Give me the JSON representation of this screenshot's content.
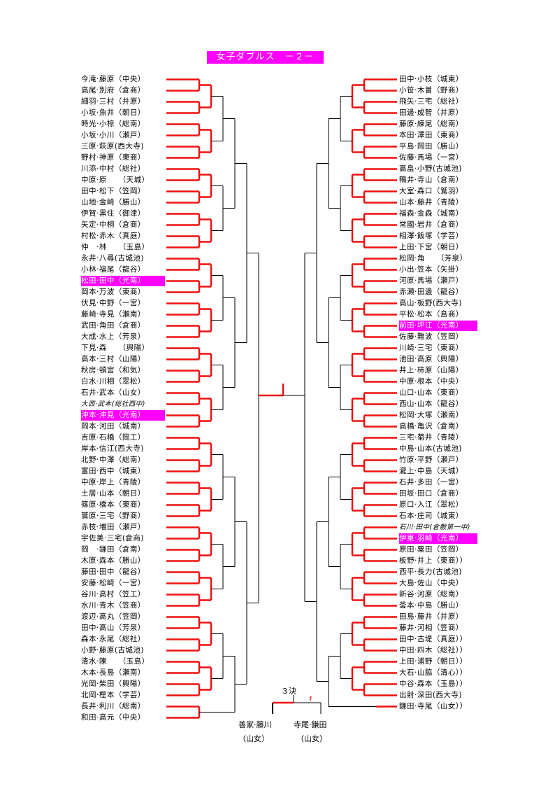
{
  "title": "女子ダブルス　－２－",
  "left_entries": [
    {
      "text": "今滝·藤原（中央）"
    },
    {
      "text": "高尾·別府（倉商）"
    },
    {
      "text": "細羽·三村（井原）"
    },
    {
      "text": "小坂·魚井（朝日）"
    },
    {
      "text": "時光·小椋（総南）"
    },
    {
      "text": "小坂·小川（瀬戸）"
    },
    {
      "text": "三原·萩原(西大寺)"
    },
    {
      "text": "野村·神原（東商）"
    },
    {
      "text": "川添·中村（総社）"
    },
    {
      "text": "中原·原　　（天城）"
    },
    {
      "text": "田中·松下（笠岡）"
    },
    {
      "text": "山地·金崎（勝山）"
    },
    {
      "text": "伊賀·黒住（御津）"
    },
    {
      "text": "矢定·中桐（倉商）"
    },
    {
      "text": "村松·赤木（真庭）"
    },
    {
      "text": "仲　·林　　（玉島）"
    },
    {
      "text": "永井·八尋(古城池)"
    },
    {
      "text": "小林·福尾（龍谷）"
    },
    {
      "text": "松田·田中（光南）",
      "hl": true
    },
    {
      "text": "岡本·万波（東商）"
    },
    {
      "text": "伏見·中野（一宮）"
    },
    {
      "text": "藤崎·寺見（瀬南）"
    },
    {
      "text": "武田·角田（倉商）"
    },
    {
      "text": "大成·水上（芳泉）"
    },
    {
      "text": "下見·森　　（興陽）"
    },
    {
      "text": "高本·三村（山陽）"
    },
    {
      "text": "秋房·頓宮（和気）"
    },
    {
      "text": "白水·川相（翠松）"
    },
    {
      "text": "石井·武本（山女）"
    },
    {
      "text": "大西·武本(総社西中)",
      "sub": true
    },
    {
      "text": "沖本·沖見（光南）",
      "hl": true
    },
    {
      "text": "岡本·河田（城南）"
    },
    {
      "text": "吉原·石橋（岡工）"
    },
    {
      "text": "岸本·信江(西大寺)"
    },
    {
      "text": "北野·中澤（総南）"
    },
    {
      "text": "富田·西中（城東）"
    },
    {
      "text": "中原·岸上（青陵）"
    },
    {
      "text": "土居·山本（朝日）"
    },
    {
      "text": "篠原·橋本（東商）"
    },
    {
      "text": "鷲原·三宅（野商）"
    },
    {
      "text": "赤枝·増田（瀬戸）"
    },
    {
      "text": "宇佐美·三宅(倉商)"
    },
    {
      "text": "岡　·鎌田（倉南）"
    },
    {
      "text": "木原·森本（勝山）"
    },
    {
      "text": "藤田·田中（龍谷）"
    },
    {
      "text": "安藤·松崎（一宮）"
    },
    {
      "text": "谷川·高村（笠工）"
    },
    {
      "text": "水川·青木（笠商）"
    },
    {
      "text": "渡辺·高丸（笠岡）"
    },
    {
      "text": "田中·高山（芳泉）"
    },
    {
      "text": "森本·永尾（総社）"
    },
    {
      "text": "小野·藤原(古城池)"
    },
    {
      "text": "清水·陳　　（玉島）"
    },
    {
      "text": "木本·長島（瀬南）"
    },
    {
      "text": "光岡·柴田（興陽）"
    },
    {
      "text": "北岡·樫本（学芸）"
    },
    {
      "text": "長井·利川（総南）"
    },
    {
      "text": "和田·高元（中央）"
    }
  ],
  "right_entries": [
    {
      "text": "田中·小枝（城東）"
    },
    {
      "text": "小笹·木曽（野商）"
    },
    {
      "text": "飛矢·三宅（総社）"
    },
    {
      "text": "田邊·成智（井原）"
    },
    {
      "text": "藤原·練尾（総南）"
    },
    {
      "text": "本田·澤田（東商）"
    },
    {
      "text": "平島·岡田（勝山）"
    },
    {
      "text": "佐藤·馬場（一宮）"
    },
    {
      "text": "高畠·小野(古城池)"
    },
    {
      "text": "鴨井·寺山（倉南）"
    },
    {
      "text": "大室·森口（鷲羽）"
    },
    {
      "text": "山本·藤井（青陵）"
    },
    {
      "text": "福森·金森（城南）"
    },
    {
      "text": "常國·岩井（倉商）"
    },
    {
      "text": "相澤·飯塚（学芸）"
    },
    {
      "text": "上田·下宮（朝日）"
    },
    {
      "text": "松岡·角　　（芳泉）"
    },
    {
      "text": "小出·笠本（矢掛）"
    },
    {
      "text": "河原·馬場（瀬戸）"
    },
    {
      "text": "赤瀬·田邊（龍谷）"
    },
    {
      "text": "高山·板野(西大寺)"
    },
    {
      "text": "平松·松本（島商）"
    },
    {
      "text": "前田·坪江（光南）",
      "hl": true
    },
    {
      "text": "佐藤·難波（笠岡）"
    },
    {
      "text": "川崎·三宅（東商）"
    },
    {
      "text": "池田·高原（興陽）"
    },
    {
      "text": "井上·柿原（山陽）"
    },
    {
      "text": "中原·根本（中央）"
    },
    {
      "text": "山口·山本（東商）"
    },
    {
      "text": "西山·山本（龍谷）"
    },
    {
      "text": "松岡·大塚（瀬南）"
    },
    {
      "text": "高橋·亀沢（倉南）"
    },
    {
      "text": "三宅·菊井（青陵）"
    },
    {
      "text": "中島·山本(古城池)"
    },
    {
      "text": "竹原·平野（瀬戸）"
    },
    {
      "text": "瀧上·中島（天城）"
    },
    {
      "text": "石井·多田（一宮）"
    },
    {
      "text": "田坂·田口（倉商）"
    },
    {
      "text": "原口·入江（翠松）"
    },
    {
      "text": "石本·庄司（城東）"
    },
    {
      "text": "石川·田中(倉敷第一中)",
      "sub": true
    },
    {
      "text": "伊東·羽崎（光南）",
      "hl": true
    },
    {
      "text": "原田·粟田（笠岡）"
    },
    {
      "text": "板野·井上（東商））"
    },
    {
      "text": "西平·長力(古城池)"
    },
    {
      "text": "大島·佐山（中央）"
    },
    {
      "text": "新谷·河原（総南）"
    },
    {
      "text": "釜本·中島（勝山）"
    },
    {
      "text": "田島·藤井（井原）"
    },
    {
      "text": "藤井·河相（笠商）"
    },
    {
      "text": "田中·古堤（真庭））"
    },
    {
      "text": "中田·四木（総社））"
    },
    {
      "text": "上田·浦野（朝日））"
    },
    {
      "text": "大石·山脇（清心））"
    },
    {
      "text": "中谷·森本（玉島））"
    },
    {
      "text": "出射·深田(西大寺)"
    },
    {
      "text": "鎌田·寺尾（山女））"
    }
  ],
  "third_place": {
    "label": "３決",
    "mark": "ｷ",
    "left_pair": "善家·藤川",
    "left_school": "（山女）",
    "right_pair": "寺尾·鎌田",
    "right_school": "（山女）"
  },
  "colors": {
    "winner_line": "#ee1111",
    "line": "#000000",
    "highlight": "#ff00ff"
  }
}
